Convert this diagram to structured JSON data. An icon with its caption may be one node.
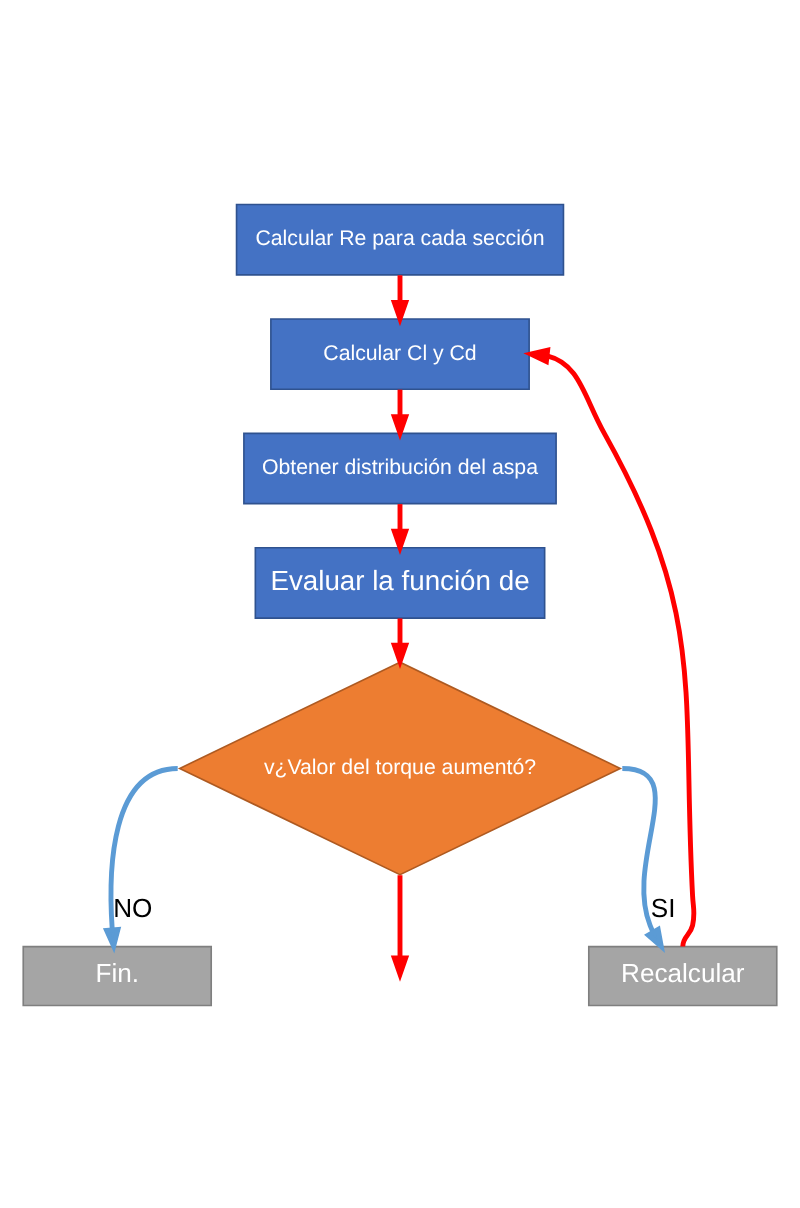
{
  "diagram": {
    "nodes": [
      {
        "text": [
          "Calcular Re para cada sección"
        ]
      },
      {
        "text": [
          "Calcular Cl y Cd"
        ]
      },
      {
        "text": [
          "Obtener distribución del aspa"
        ]
      },
      {
        "text": [
          "Evaluar la función de"
        ]
      },
      {
        "text": [
          "v¿Valor del torque aumentó?"
        ]
      },
      {
        "text": [
          "Fin."
        ]
      },
      {
        "text": [
          "Recalcular"
        ]
      }
    ],
    "edges": [
      {
        "from": 0,
        "to": 1,
        "arrow": "to"
      },
      {
        "from": 1,
        "to": 2,
        "arrow": "to"
      },
      {
        "from": 2,
        "to": 3,
        "arrow": "to"
      },
      {
        "from": 3,
        "to": 4,
        "arrow": "to"
      },
      {
        "from": 4,
        "to": null,
        "arrow": "to"
      },
      {
        "from": 4,
        "to": 5,
        "arrow": "to",
        "label": "NO",
        "color": "#5b9bd5"
      },
      {
        "from": 4,
        "to": 6,
        "arrow": "to",
        "label": "SI",
        "color": "#5b9bd5"
      },
      {
        "from": 6,
        "to": 1,
        "arrow": "to"
      }
    ]
  }
}
